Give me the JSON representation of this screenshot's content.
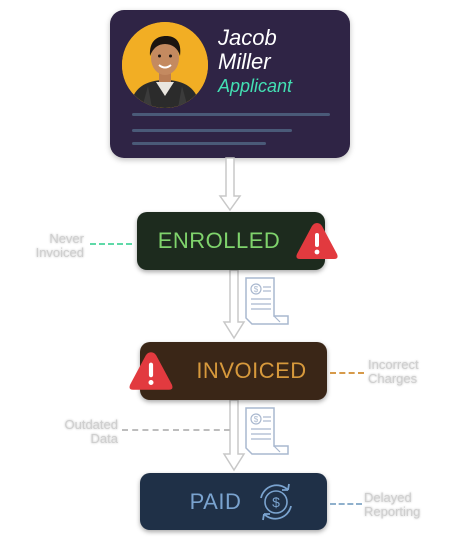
{
  "profile": {
    "first_name": "Jacob",
    "last_name": "Miller",
    "role": "Applicant"
  },
  "stages": {
    "enrolled": "ENROLLED",
    "invoiced": "INVOICED",
    "paid": "PAID"
  },
  "notes": {
    "never_invoiced_line1": "Never",
    "never_invoiced_line2": "Invoiced",
    "incorrect_charges_line1": "Incorrect",
    "incorrect_charges_line2": "Charges",
    "outdated_data_line1": "Outdated",
    "outdated_data_line2": "Data",
    "delayed_reporting_line1": "Delayed",
    "delayed_reporting_line2": "Reporting"
  },
  "colors": {
    "card_bg": "#2f2445",
    "role_text": "#43e0b3",
    "enrolled_bg": "#1d2b1e",
    "enrolled_text": "#7fd36c",
    "invoiced_bg": "#3a2617",
    "invoiced_text": "#d7993c",
    "paid_bg": "#1f3047",
    "paid_text": "#7aa3cf",
    "warning": "#e23a3f",
    "dash_green": "#5fd9a8",
    "dash_orange": "#d69a4a",
    "dash_grey": "#bdbdbd",
    "dash_blue": "#8fb0cc"
  },
  "icons": {
    "warning": "warning-triangle-icon",
    "document": "invoice-document-icon",
    "payment_cycle": "payment-cycle-icon"
  }
}
